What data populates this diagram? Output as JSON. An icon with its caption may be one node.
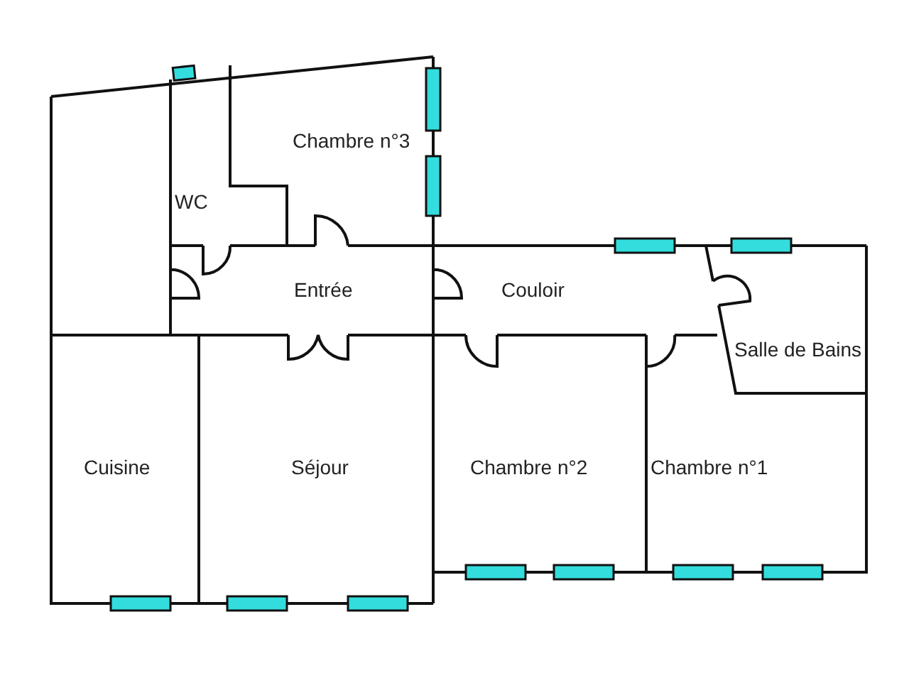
{
  "diagram": {
    "labels": [
      "Chambre n°3",
      "WC",
      "Entrée",
      "Couloir",
      "Salle de Bains",
      "Cuisine",
      "Séjour",
      "Chambre n°2",
      "Chambre n°1"
    ]
  }
}
